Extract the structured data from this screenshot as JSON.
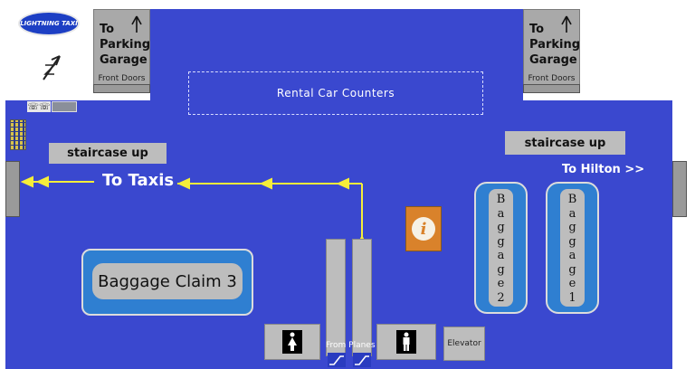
{
  "logo": {
    "text": "LIGHTNING TAXI"
  },
  "parking_left": {
    "line1": "To",
    "line2": "Parking",
    "line3": "Garage",
    "doors": "Front Doors"
  },
  "parking_right": {
    "line1": "To",
    "line2": "Parking",
    "line3": "Garage",
    "doors": "Front Doors"
  },
  "rental": {
    "label": "Rental  Car  Counters"
  },
  "staircase_left": {
    "label": "staircase up"
  },
  "staircase_right": {
    "label": "staircase up"
  },
  "to_taxis": {
    "label": "To Taxis"
  },
  "to_hilton": {
    "label": "To Hilton >>"
  },
  "baggage_claim_3": {
    "label": "Baggage Claim 3"
  },
  "baggage_2": {
    "letters": [
      "B",
      "a",
      "g",
      "g",
      "a",
      "g",
      "e",
      "2"
    ]
  },
  "baggage_1": {
    "letters": [
      "B",
      "a",
      "g",
      "g",
      "a",
      "g",
      "e",
      "1"
    ]
  },
  "from_planes": {
    "label": "From Planes"
  },
  "elevator": {
    "label": "Elevator"
  },
  "icons": {
    "compass": "north-arrow-icon",
    "phones": "telephone-icon",
    "atm": "atm-icon",
    "info": "information-icon",
    "restroom_women": "women-restroom-icon",
    "restroom_men": "men-restroom-icon",
    "escalator": "escalator-icon"
  },
  "colors": {
    "floor": "#3a48cf",
    "route": "#f5ee3a",
    "claim_blue": "#2f7fd1",
    "info": "#d9822b"
  }
}
